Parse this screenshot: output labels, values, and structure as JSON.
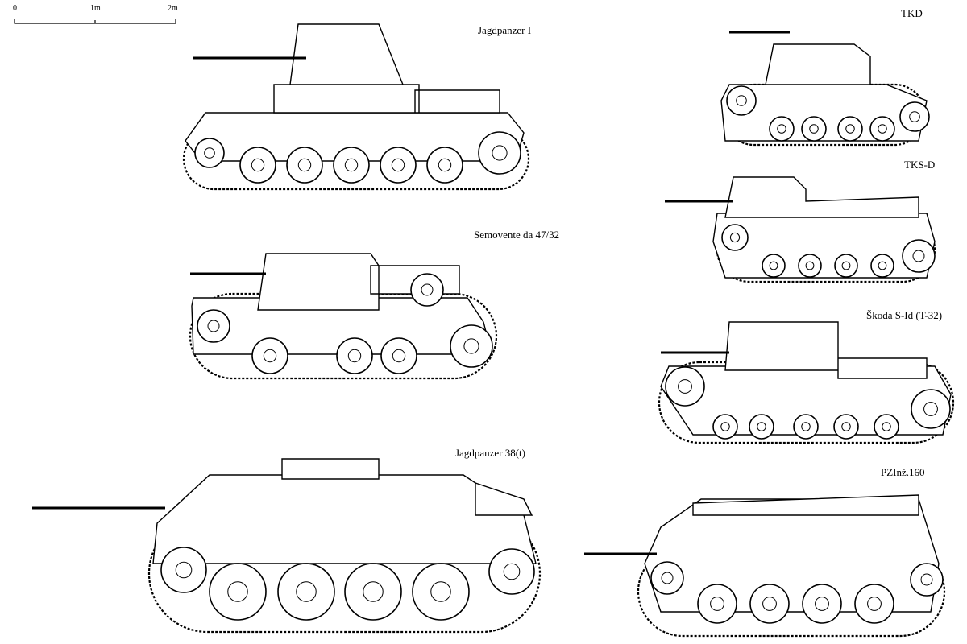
{
  "scale_bar": {
    "ticks": [
      "0",
      "1m",
      "2m"
    ]
  },
  "vehicles": [
    {
      "name": "Jagdpanzer I"
    },
    {
      "name": "TKD"
    },
    {
      "name": "TKS-D"
    },
    {
      "name": "Semovente da 47/32"
    },
    {
      "name": "Škoda S-Id (T-32)"
    },
    {
      "name": "Jagdpanzer 38(t)"
    },
    {
      "name": "PZInż.160"
    }
  ]
}
